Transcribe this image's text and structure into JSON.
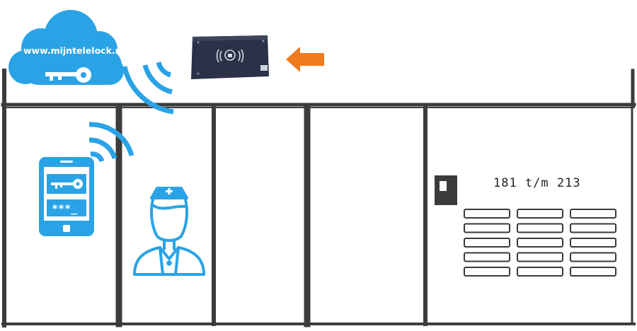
{
  "cloud": {
    "url": "www.mijntelelock.nl"
  },
  "phone": {
    "pin_text": "***_"
  },
  "mailbox": {
    "range_text": "181 t/m 213",
    "columns": 3,
    "rows": 5
  },
  "icons": {
    "cloud": "cloud-icon",
    "key": "key-icon",
    "device": "telelock-device-icon",
    "arrow": "arrow-left-icon",
    "phone": "smartphone-icon",
    "nurse": "nurse-icon",
    "wifi": "wireless-signal-icon"
  },
  "colors": {
    "accent_blue": "#2aa3e6",
    "arrow_orange": "#f07a1e",
    "device_navy": "#2b3147",
    "frame": "#3a3a3a"
  }
}
